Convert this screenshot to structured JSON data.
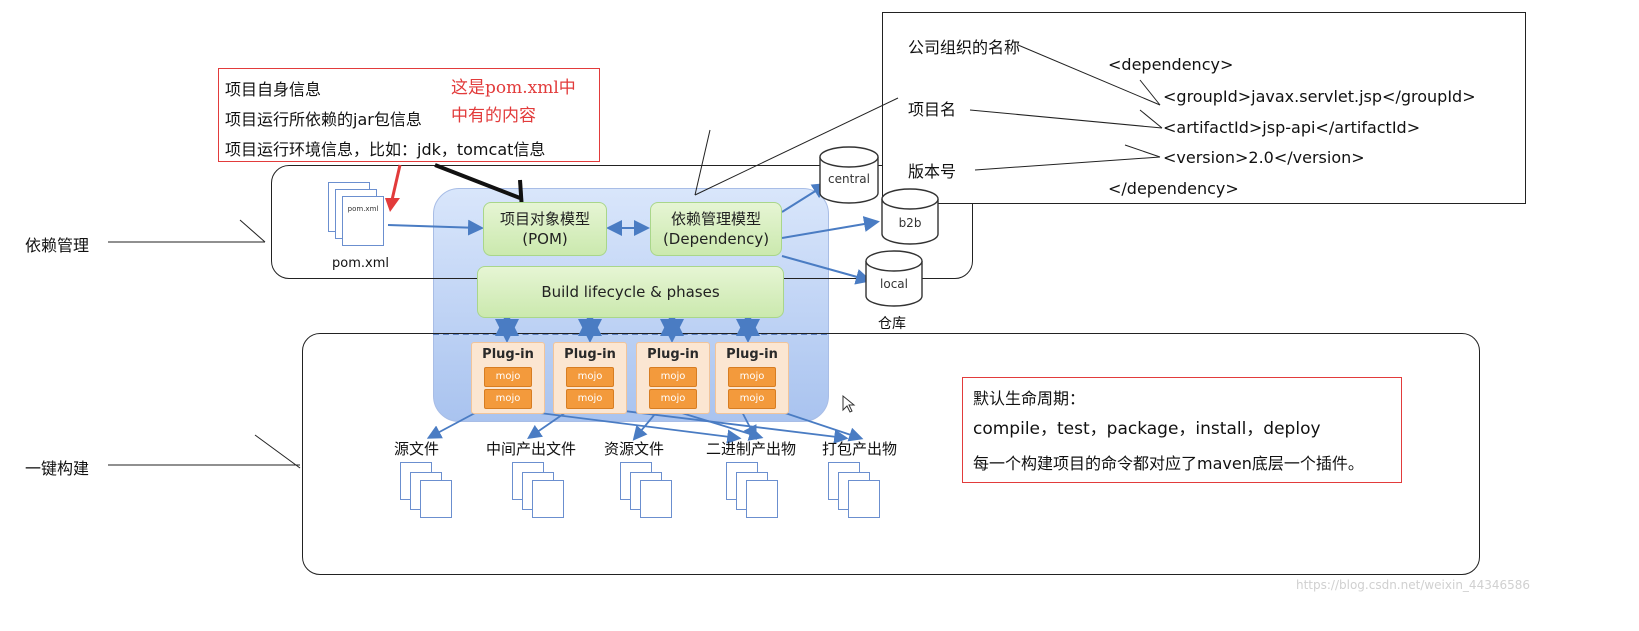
{
  "left_labels": {
    "dependency_mgmt": "依赖管理",
    "one_click_build": "一键构建"
  },
  "pom_info": {
    "lines": [
      "项目自身信息",
      "项目运行所依赖的jar包信息",
      "项目运行环境信息，比如：jdk，tomcat信息"
    ],
    "note_line1": "这是pom.xml中",
    "note_line2": "中有的内容"
  },
  "pom_file": {
    "label": "pom.xml",
    "doc_text": "pom.xml"
  },
  "core": {
    "pom_model": "项目对象模型\n(POM)",
    "dep_model": "依赖管理模型\n(Dependency)",
    "lifecycle": "Build lifecycle & phases",
    "plugin_label": "Plug-in",
    "mojo_label": "mojo"
  },
  "repositories": {
    "central": "central",
    "b2b": "b2b",
    "local": "local",
    "caption": "仓库"
  },
  "dependency_example": {
    "annotations": [
      "公司组织的名称",
      "项目名",
      "版本号"
    ],
    "xml": [
      "<dependency>",
      "<groupId>javax.servlet.jsp</groupId>",
      "<artifactId>jsp-api</artifactId>",
      "<version>2.0</version>",
      "</dependency>"
    ]
  },
  "outputs": [
    "源文件",
    "中间产出文件",
    "资源文件",
    "二进制产出物",
    "打包产出物"
  ],
  "lifecycle_note": {
    "title": "默认生命周期：",
    "phases": "compile，test，package，install，deploy",
    "desc": "每一个构建项目的命令都对应了maven底层一个插件。"
  },
  "watermark": "https://blog.csdn.net/weixin_44346586",
  "colors": {
    "red": "#e23b3b",
    "blue_arrow": "#4a7cc3",
    "green": "#cbe9ae",
    "orange": "#f39a3c"
  }
}
